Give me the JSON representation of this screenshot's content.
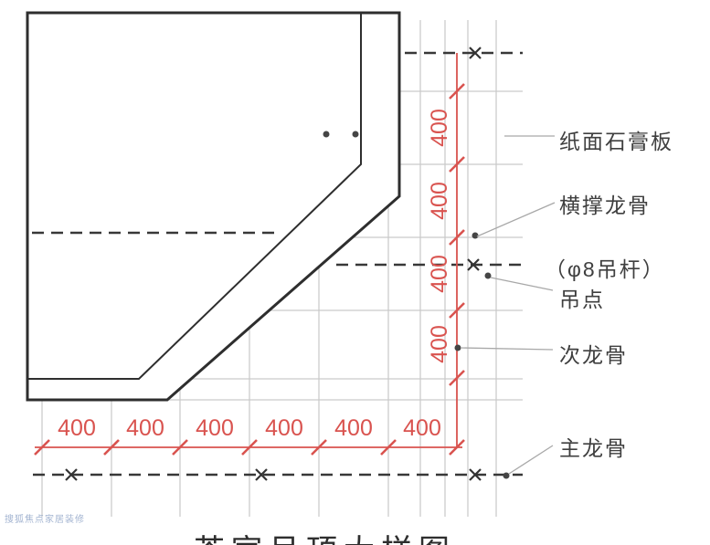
{
  "colors": {
    "dimension_red": "#d9534f",
    "line_black": "#2e2e2e",
    "grid_gray": "#c9c9c9"
  },
  "dimensions": {
    "vertical": [
      "400",
      "400",
      "400",
      "400"
    ],
    "horizontal": [
      "400",
      "400",
      "400",
      "400",
      "400",
      "400"
    ]
  },
  "labels": {
    "gypsum_board": "纸面石膏板",
    "cross_brace_keel": "横撑龙骨",
    "hanger_rod": "（φ8吊杆）",
    "hanging_point": "吊点",
    "secondary_keel": "次龙骨",
    "main_keel": "主龙骨"
  },
  "caption": "茶室吊顶大样图",
  "watermark": "搜狐焦点家居装修"
}
